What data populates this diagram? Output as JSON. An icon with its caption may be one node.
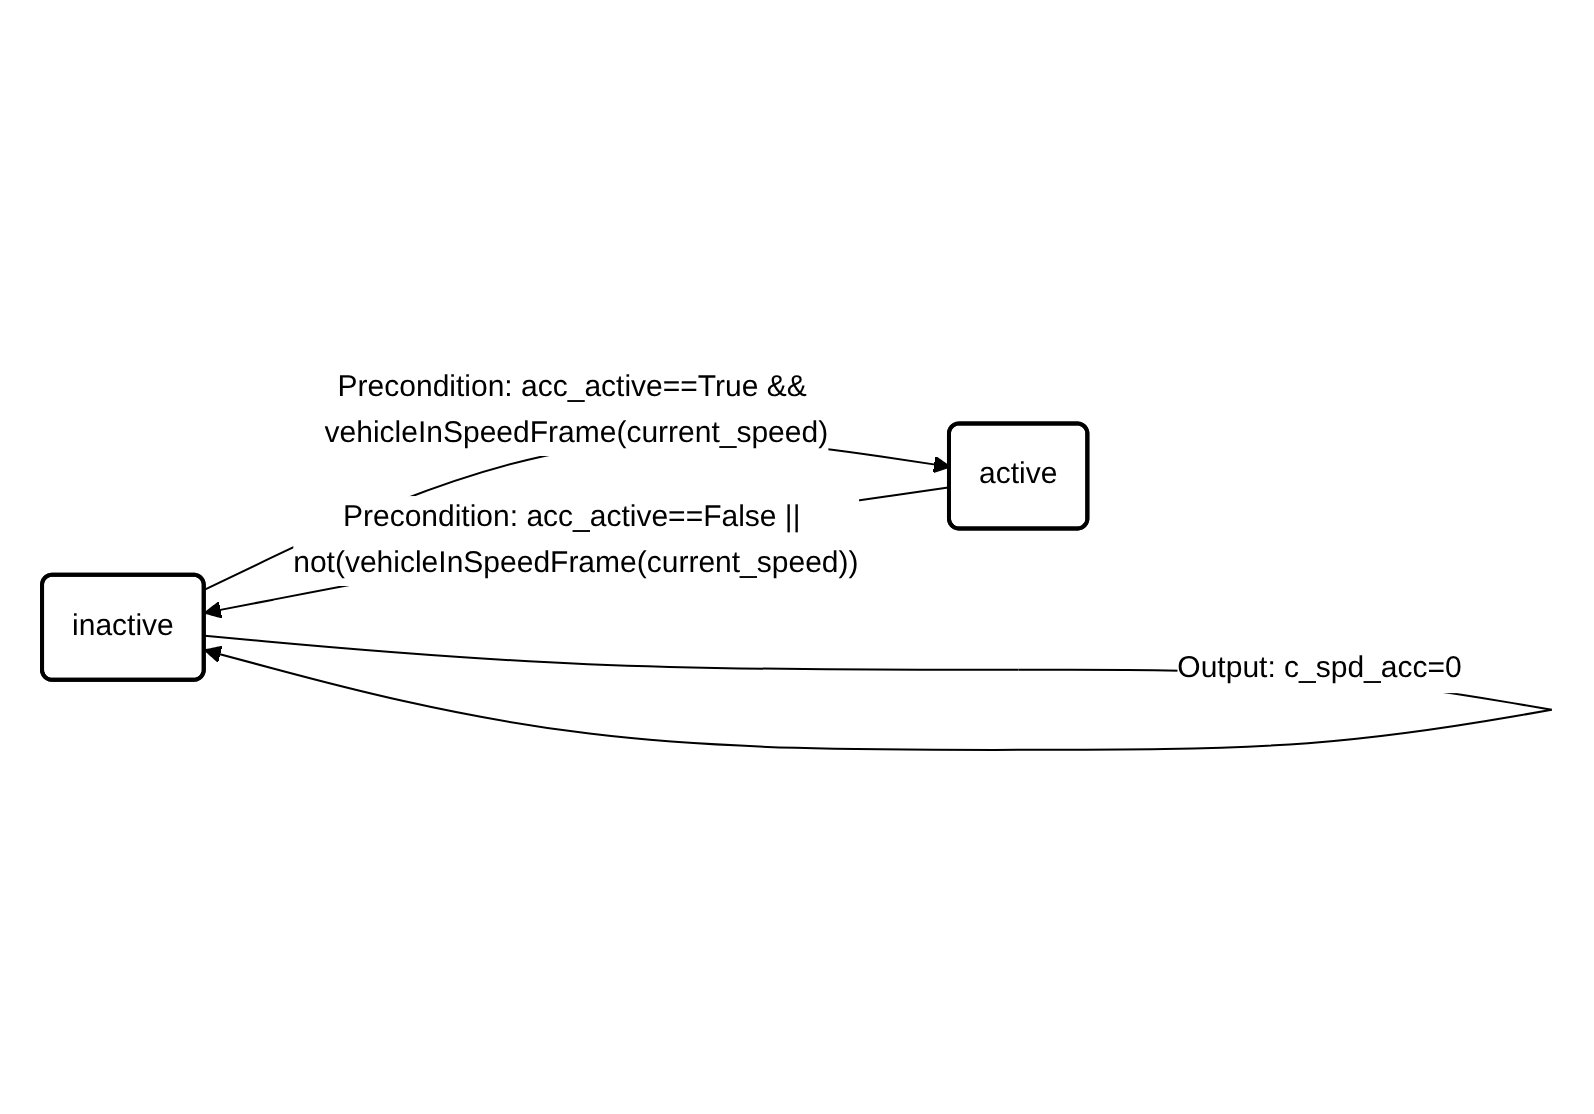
{
  "diagram": {
    "nodes": [
      {
        "text": [
          "inactive"
        ]
      },
      {
        "text": [
          "active"
        ]
      }
    ],
    "edges": [
      {
        "from": 0,
        "to": 0,
        "arrow": "to",
        "label": "Output: c_spd_acc=0"
      },
      {
        "from": 0,
        "to": 1,
        "arrow": "to",
        "label": "Precondition: acc_active==True && vehicleInSpeedFrame(current_speed)"
      },
      {
        "from": 1,
        "to": 0,
        "arrow": "to",
        "label": "Precondition: acc_active==False || not(vehicleInSpeedFrame(current_speed))"
      }
    ]
  }
}
